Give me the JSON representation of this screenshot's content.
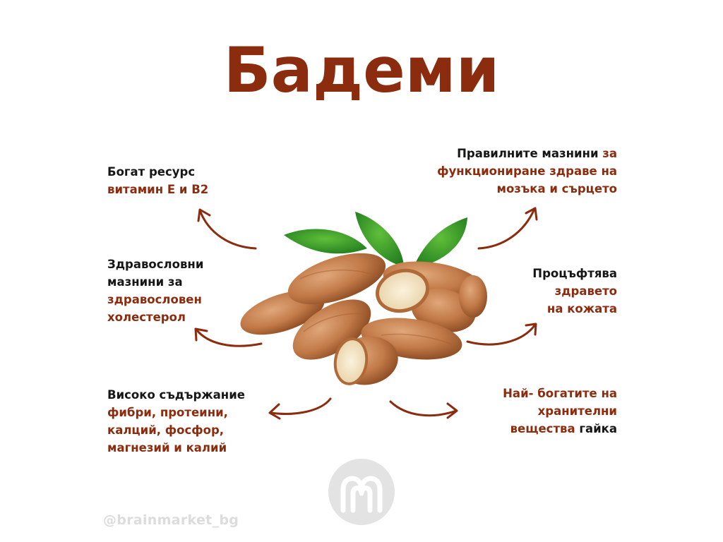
{
  "title": "Бадеми",
  "callouts": {
    "top_left": {
      "line1": "Богат ресурс",
      "line2": "витамин Е и В2"
    },
    "middle_left": {
      "line1": "Здравословни",
      "line2": "мазнини за",
      "line3": "здравословен",
      "line4": "холестерол"
    },
    "bottom_left": {
      "line1": "Високо съдържание",
      "line2": "фибри, протеини,",
      "line3": "калций, фосфор,",
      "line4": "магнезий и калий"
    },
    "top_right": {
      "line1_a": "Правилните мазнини ",
      "line1_b": "за",
      "line2": "функциониране здраве на",
      "line3": "мозъка и сърцето"
    },
    "middle_right": {
      "line1": "Процъфтява",
      "line2": "здравето",
      "line3": "на кожата"
    },
    "bottom_right": {
      "line1": "Най- богатите на",
      "line2": "хранителни",
      "line3_a": "вещества ",
      "line3_b": "гайка"
    }
  },
  "watermark": "@brainmarket_bg",
  "colors": {
    "brown": "#8b2c0e",
    "dark": "#161616",
    "watermark": "#dcdcdc"
  },
  "icons": [
    "curved-arrow-icon",
    "brand-logo-icon"
  ]
}
